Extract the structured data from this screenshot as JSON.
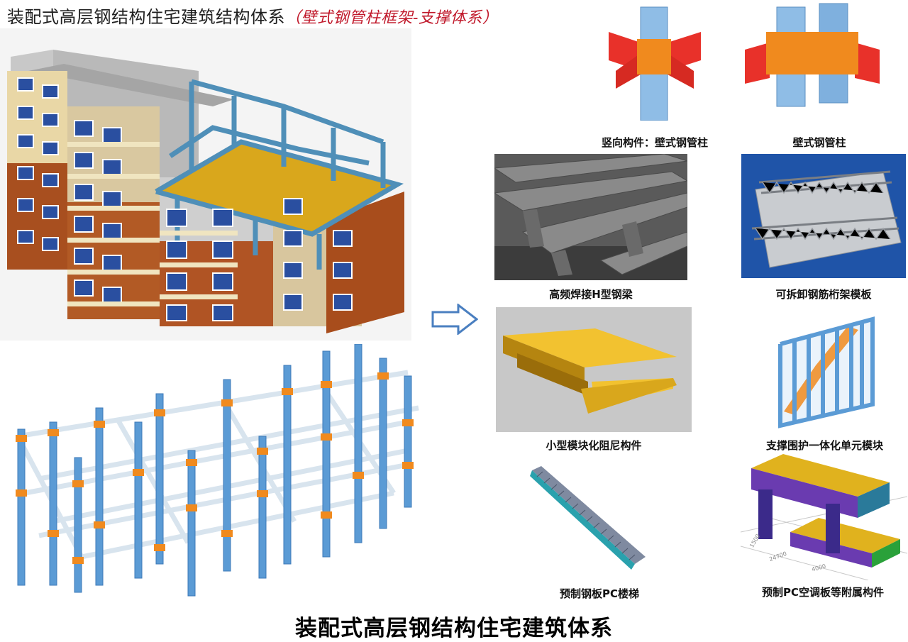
{
  "header": {
    "title": "装配式高层钢结构住宅建筑结构体系",
    "subtitle": "（壁式钢管柱框架-支撑体系）"
  },
  "components": [
    {
      "key": "wall_column_vertical",
      "caption": "竖向构件：壁式钢管柱"
    },
    {
      "key": "wall_column",
      "caption": "壁式钢管柱"
    },
    {
      "key": "h_beam",
      "caption": "高频焊接H型钢梁"
    },
    {
      "key": "truss_formwork",
      "caption": "可拆卸钢筋桁架模板"
    },
    {
      "key": "damper",
      "caption": "小型模块化阻尼构件"
    },
    {
      "key": "brace_module",
      "caption": "支撑围护一体化单元模块"
    },
    {
      "key": "stair",
      "caption": "预制钢板PC楼梯"
    },
    {
      "key": "aircon_board",
      "caption": "预制PC空调板等附属构件"
    }
  ],
  "dimension_labels": [
    "1500",
    "24700",
    "4000"
  ],
  "arrow": {
    "direction": "right"
  },
  "footer": {
    "title": "装配式高层钢结构住宅建筑体系"
  },
  "colors": {
    "column_blue": "#5b9bd5",
    "beam_red": "#e8312a",
    "connector_orange": "#f08a1e",
    "facade_orange": "#b85c22",
    "slab_yellow": "#e0b21e",
    "frame_steel": "#5d9cc4",
    "title_red": "#c0182a"
  }
}
